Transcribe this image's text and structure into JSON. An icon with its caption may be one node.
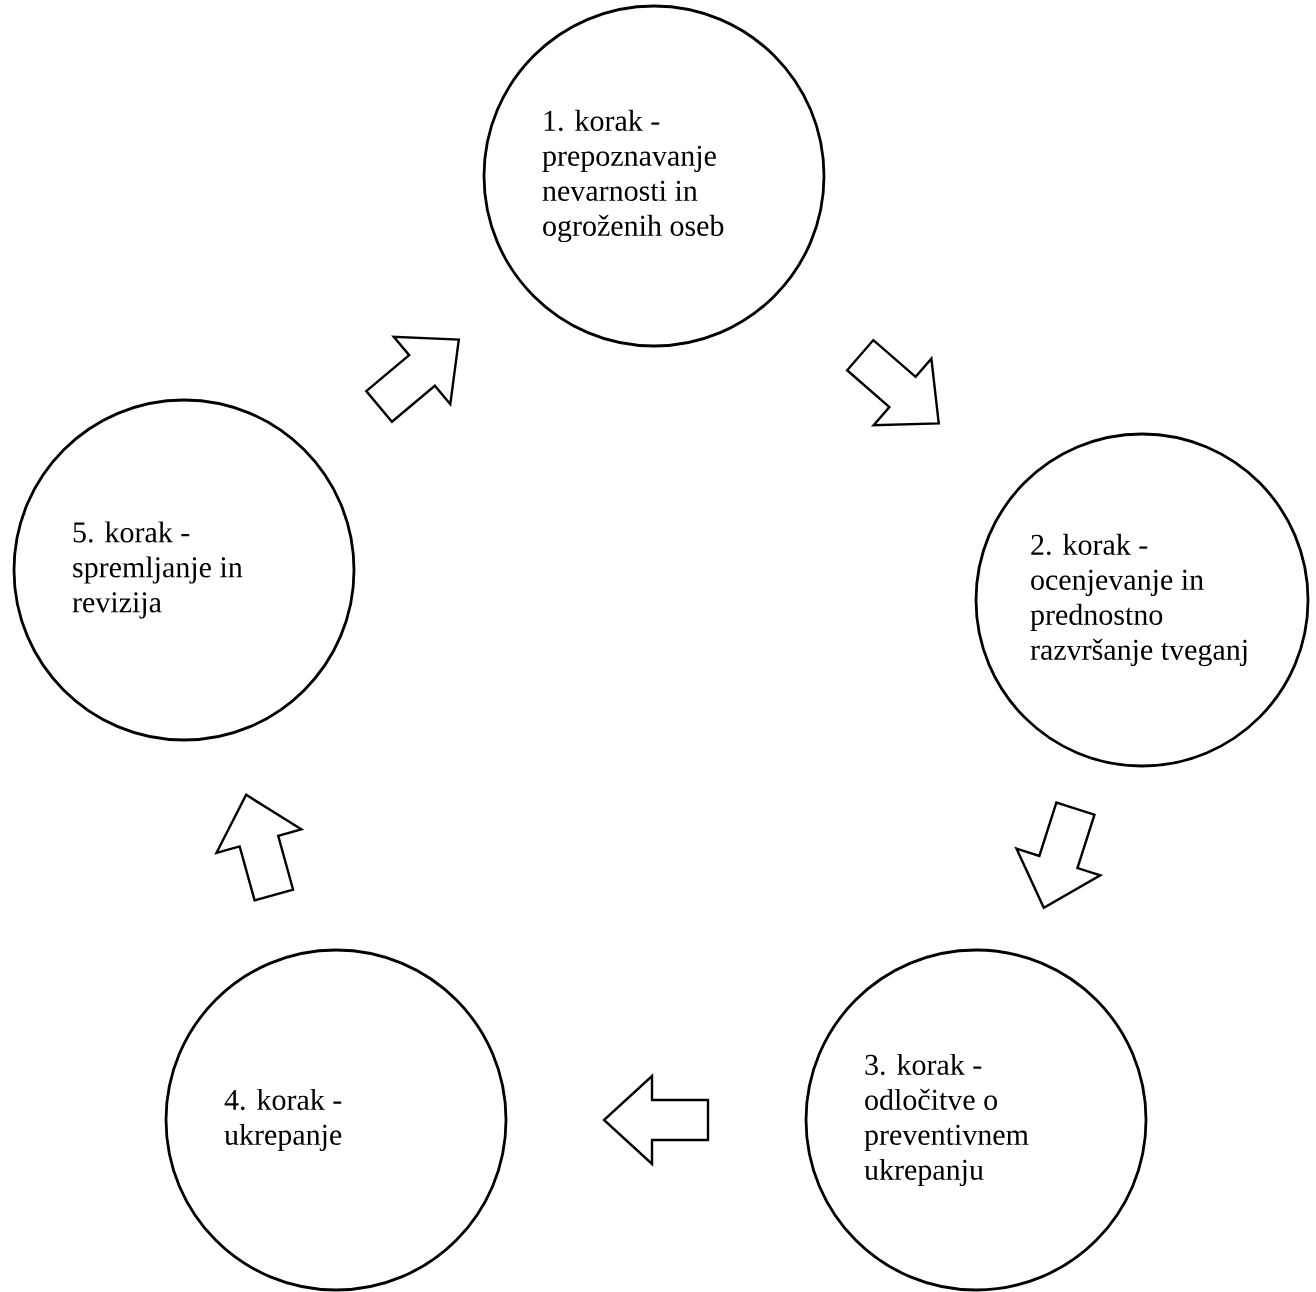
{
  "diagram": {
    "nodes": [
      {
        "text": [
          "1. korak - prepoznavanje nevarnosti in ogroženih oseb"
        ]
      },
      {
        "text": [
          "2. korak - ocenjevanje in prednostno razvršanje tveganj"
        ]
      },
      {
        "text": [
          "3. korak - odločitve o preventivnem ukrepanju"
        ]
      },
      {
        "text": [
          "4. korak - ukrepanje"
        ]
      },
      {
        "text": [
          "5. korak - spremljanje in revizija"
        ]
      }
    ],
    "edges": [
      {
        "from": 0,
        "to": 1,
        "arrow": "to"
      },
      {
        "from": 1,
        "to": 2,
        "arrow": "to"
      },
      {
        "from": 2,
        "to": 3,
        "arrow": "to"
      },
      {
        "from": 3,
        "to": 4,
        "arrow": "to"
      },
      {
        "from": 4,
        "to": 0,
        "arrow": "to"
      }
    ]
  }
}
